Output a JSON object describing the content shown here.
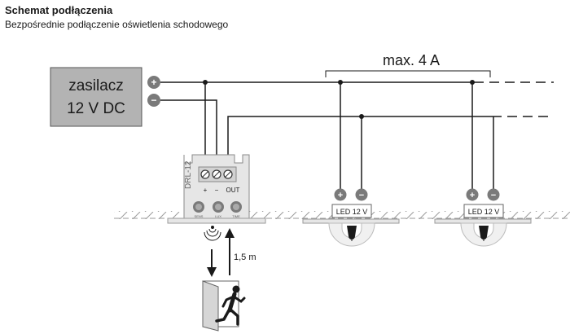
{
  "header": {
    "title": "Schemat podłączenia",
    "subtitle": "Bezpośrednie podłączenie oświetlenia schodowego"
  },
  "power_supply": {
    "line1": "zasilacz",
    "line2": "12 V DC",
    "plus": "+",
    "minus": "−"
  },
  "current_limit": "max. 4 A",
  "controller": {
    "name": "DRL-12",
    "terminal_labels": {
      "plus": "+",
      "minus": "−",
      "out": "OUT"
    },
    "knob_labels": [
      "SENS",
      "LUX",
      "TIME"
    ]
  },
  "led_modules": [
    {
      "label": "LED 12 V",
      "plus": "+",
      "minus": "−"
    },
    {
      "label": "LED 12 V",
      "plus": "+",
      "minus": "−"
    }
  ],
  "sensor_distance": "1,5 m",
  "colors": {
    "wire": "#1a1a1a",
    "box_fill": "#b3b3b3",
    "terminal_fill": "#7a7a7a",
    "device_fill": "#e6e6e6",
    "lamp_fill": "#f0f0f0"
  }
}
